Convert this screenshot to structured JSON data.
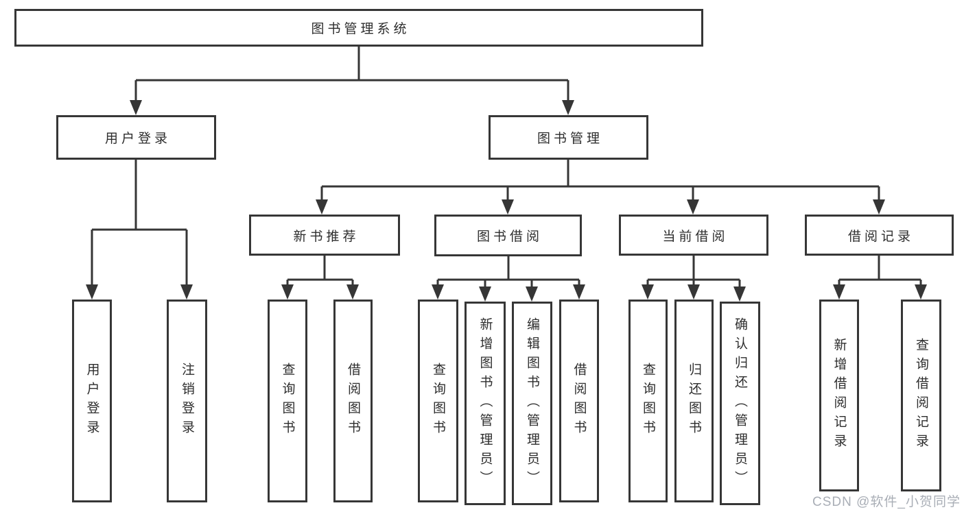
{
  "nodes": {
    "root": "图书管理系统",
    "user_login": "用户登录",
    "book_mgmt": "图书管理",
    "new_book_rec": "新书推荐",
    "book_borrow": "图书借阅",
    "current_borrow": "当前借阅",
    "borrow_record": "借阅记录",
    "v_user_login": "用户登录",
    "v_logout": "注销登录",
    "v_query_book_1": "查询图书",
    "v_borrow_book_1": "借阅图书",
    "v_query_book_2": "查询图书",
    "v_add_book": "新增图书（管理员）",
    "v_edit_book": "编辑图书（管理员）",
    "v_borrow_book_2": "借阅图书",
    "v_query_book_3": "查询图书",
    "v_return_book": "归还图书",
    "v_confirm_return": "确认归还（管理员）",
    "v_add_record": "新增借阅记录",
    "v_query_record": "查询借阅记录"
  },
  "hierarchy": {
    "图书管理系统": [
      "用户登录",
      "图书管理"
    ],
    "用户登录": [
      "用户登录",
      "注销登录"
    ],
    "图书管理": [
      "新书推荐",
      "图书借阅",
      "当前借阅",
      "借阅记录"
    ],
    "新书推荐": [
      "查询图书",
      "借阅图书"
    ],
    "图书借阅": [
      "查询图书",
      "新增图书（管理员）",
      "编辑图书（管理员）",
      "借阅图书"
    ],
    "当前借阅": [
      "查询图书",
      "归还图书",
      "确认归还（管理员）"
    ],
    "借阅记录": [
      "新增借阅记录",
      "查询借阅记录"
    ]
  },
  "watermark": "CSDN @软件_小贺同学",
  "colors": {
    "line": "#363636",
    "text": "#2d2d2d",
    "watermark": "#a9aeb6",
    "background": "#ffffff"
  }
}
